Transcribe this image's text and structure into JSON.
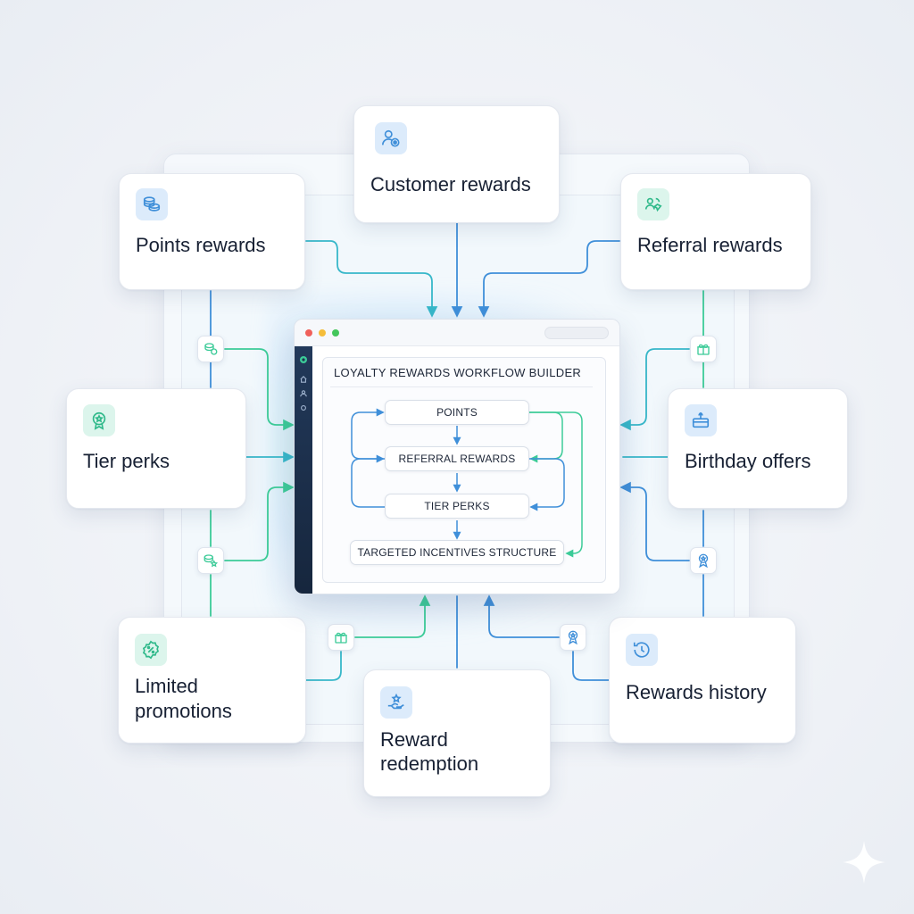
{
  "cards": {
    "customer": "Customer rewards",
    "points": "Points rewards",
    "referral": "Referral rewards",
    "tier": "Tier perks",
    "birthday": "Birthday offers",
    "limited_line1": "Limited",
    "limited_line2": "promotions",
    "redemption_line1": "Reward",
    "redemption_line2": "redemption",
    "history": "Rewards history"
  },
  "window": {
    "title": "LOYALTY REWARDS WORKFLOW BUILDER",
    "nodes": [
      "POINTS",
      "REFERRAL REWARDS",
      "TIER PERKS",
      "TARGETED INCENTIVES STRUCTURE"
    ]
  },
  "icons": {
    "customer": "user-star-icon",
    "points": "coins-icon",
    "referral": "referral-icon",
    "tier": "badge-icon",
    "birthday": "gift-box-icon",
    "limited": "percent-badge-icon",
    "redemption": "hand-star-icon",
    "history": "history-clock-icon"
  },
  "colors": {
    "blue": "#3f8fd9",
    "green": "#3ccb98",
    "teal": "#37b7c9",
    "sidebar": "#1d3150"
  }
}
